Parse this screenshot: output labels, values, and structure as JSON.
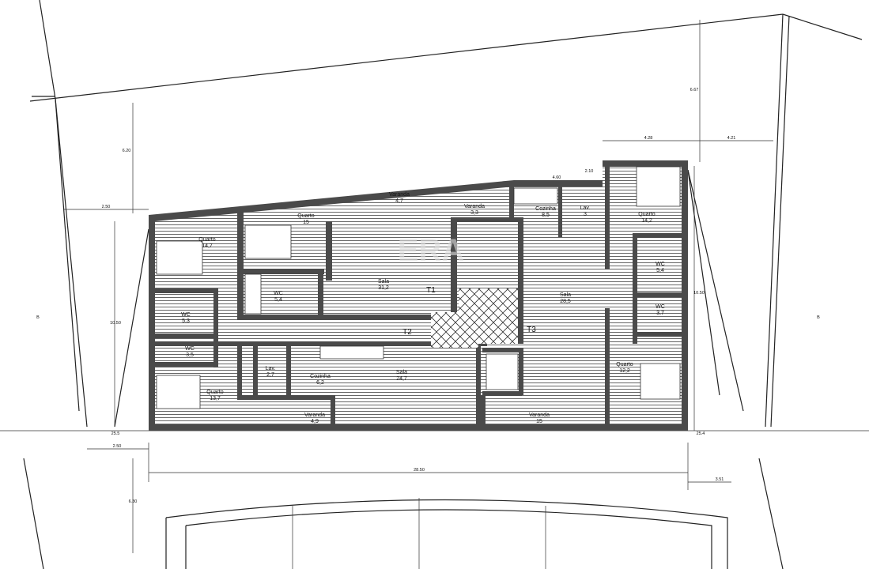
{
  "plan": {
    "units": [
      "T1",
      "T2",
      "T3"
    ],
    "watermark": "ERA",
    "rooms": [
      {
        "name": "Quarto",
        "area": "14,7"
      },
      {
        "name": "Quarto",
        "area": "15"
      },
      {
        "name": "Sala",
        "area": "31,2"
      },
      {
        "name": "WC",
        "area": "5,3"
      },
      {
        "name": "WC",
        "area": "3,5"
      },
      {
        "name": "WC",
        "area": "5,4"
      },
      {
        "name": "Quarto",
        "area": "13,7"
      },
      {
        "name": "Lav.",
        "area": "2,7"
      },
      {
        "name": "Cozinha",
        "area": "6,2"
      },
      {
        "name": "Sala",
        "area": "24,7"
      },
      {
        "name": "Varanda",
        "area": "4,9"
      },
      {
        "name": "Varanda",
        "area": "4,7"
      },
      {
        "name": "Varanda",
        "area": "3,3"
      },
      {
        "name": "Cozinha",
        "area": "8,5"
      },
      {
        "name": "Lav.",
        "area": "3"
      },
      {
        "name": "Quarto",
        "area": "14,2"
      },
      {
        "name": "WC",
        "area": "5,4"
      },
      {
        "name": "WC",
        "area": "3,7"
      },
      {
        "name": "Sala",
        "area": "28,5"
      },
      {
        "name": "Quarto",
        "area": "12,2"
      },
      {
        "name": "Varanda",
        "area": "15"
      }
    ],
    "dimensions": {
      "top_left_height": "6.20",
      "top_right_height": "6.67",
      "right_block_width_a": "4.28",
      "right_block_width_b": "4.21",
      "left_setback": "2.50",
      "left_height": "10.50",
      "right_height": "10.50",
      "total_width": "28.50",
      "right_setback": "3.51",
      "bottom_height": "6.30",
      "left_level": "25.5",
      "right_level": "25.4",
      "bottom_left_offset": "2.50",
      "kitchen_width": "4.60",
      "wc_height": "2.10"
    },
    "section_markers": [
      "B",
      "B"
    ]
  }
}
